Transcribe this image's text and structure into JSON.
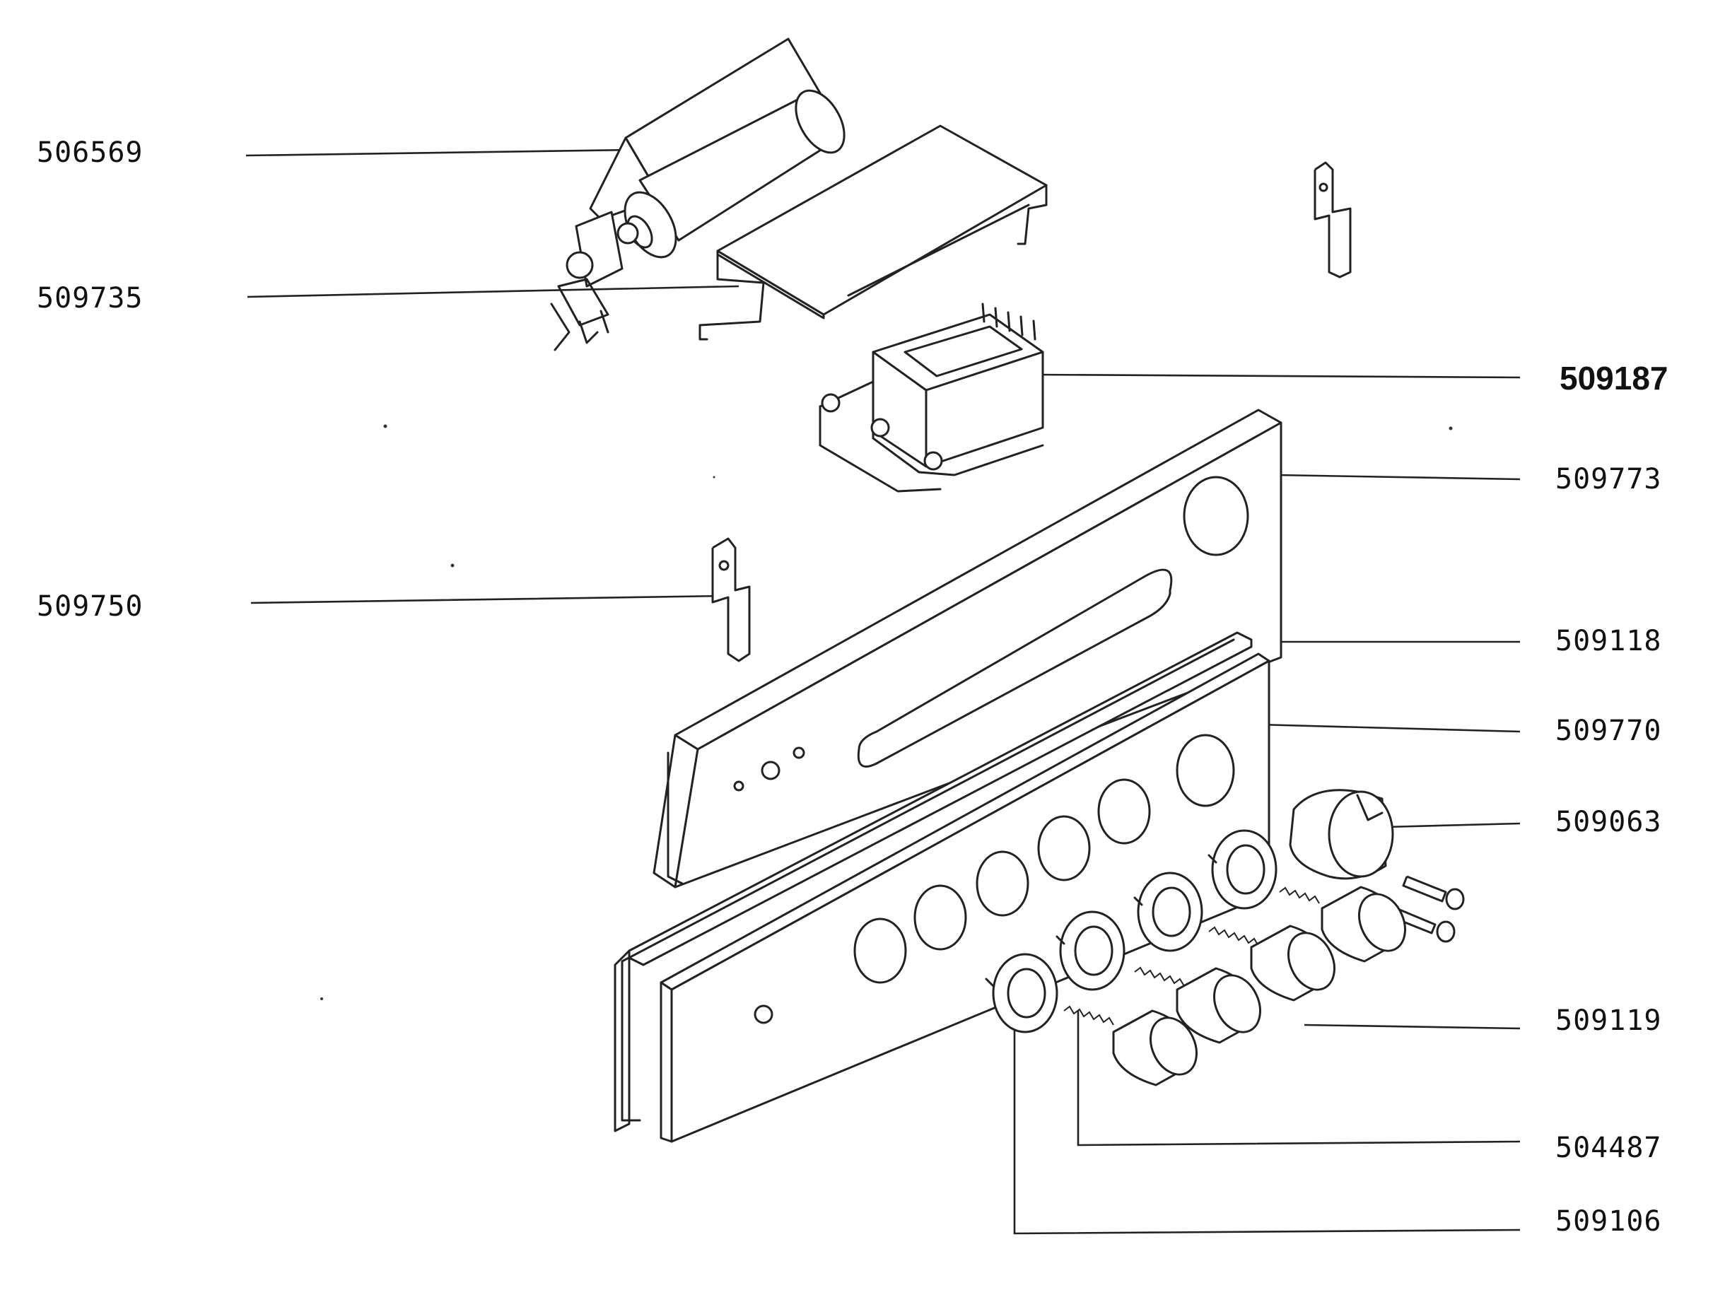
{
  "parts": {
    "p506569": "506569",
    "p509735": "509735",
    "p509187": "509187",
    "p509773": "509773",
    "p509750": "509750",
    "p509118": "509118",
    "p509770": "509770",
    "p509063": "509063",
    "p509119": "509119",
    "p504487": "504487",
    "p509106": "509106"
  }
}
